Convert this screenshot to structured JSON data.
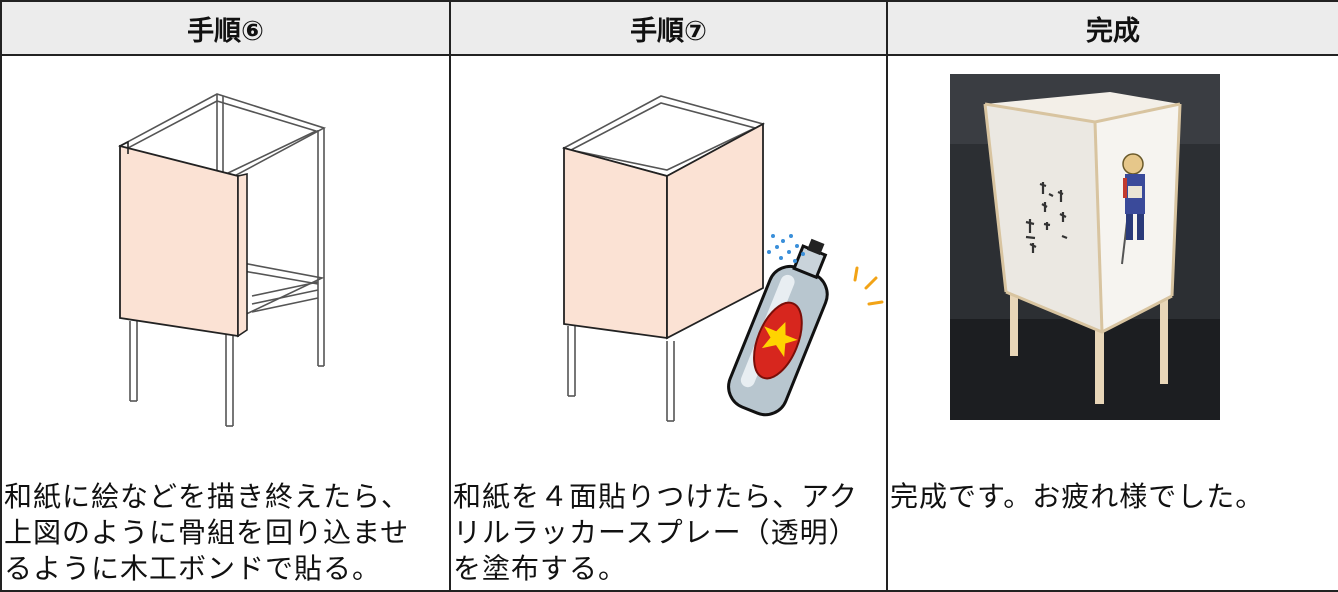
{
  "columns": [
    {
      "heading": "手順⑥",
      "illustration": "frame-with-paper-wrapping-corner",
      "caption_lines": [
        "和紙に絵などを描き終えたら、",
        "上図のように骨組を回り込ませ",
        "るように木工ボンドで貼る。"
      ]
    },
    {
      "heading": "手順⑦",
      "illustration": "frame-with-paper-and-spray-can",
      "caption_lines": [
        "和紙を４面貼りつけたら、アク",
        "リルラッカースプレー（透明）",
        "を塗布する。"
      ]
    },
    {
      "heading": "完成",
      "illustration": "finished-lantern-photo",
      "caption_lines": [
        "完成です。お疲れ様でした。"
      ]
    }
  ],
  "colors": {
    "paper": "#fbe2d4",
    "header_bg": "#ececec",
    "border": "#222222"
  }
}
